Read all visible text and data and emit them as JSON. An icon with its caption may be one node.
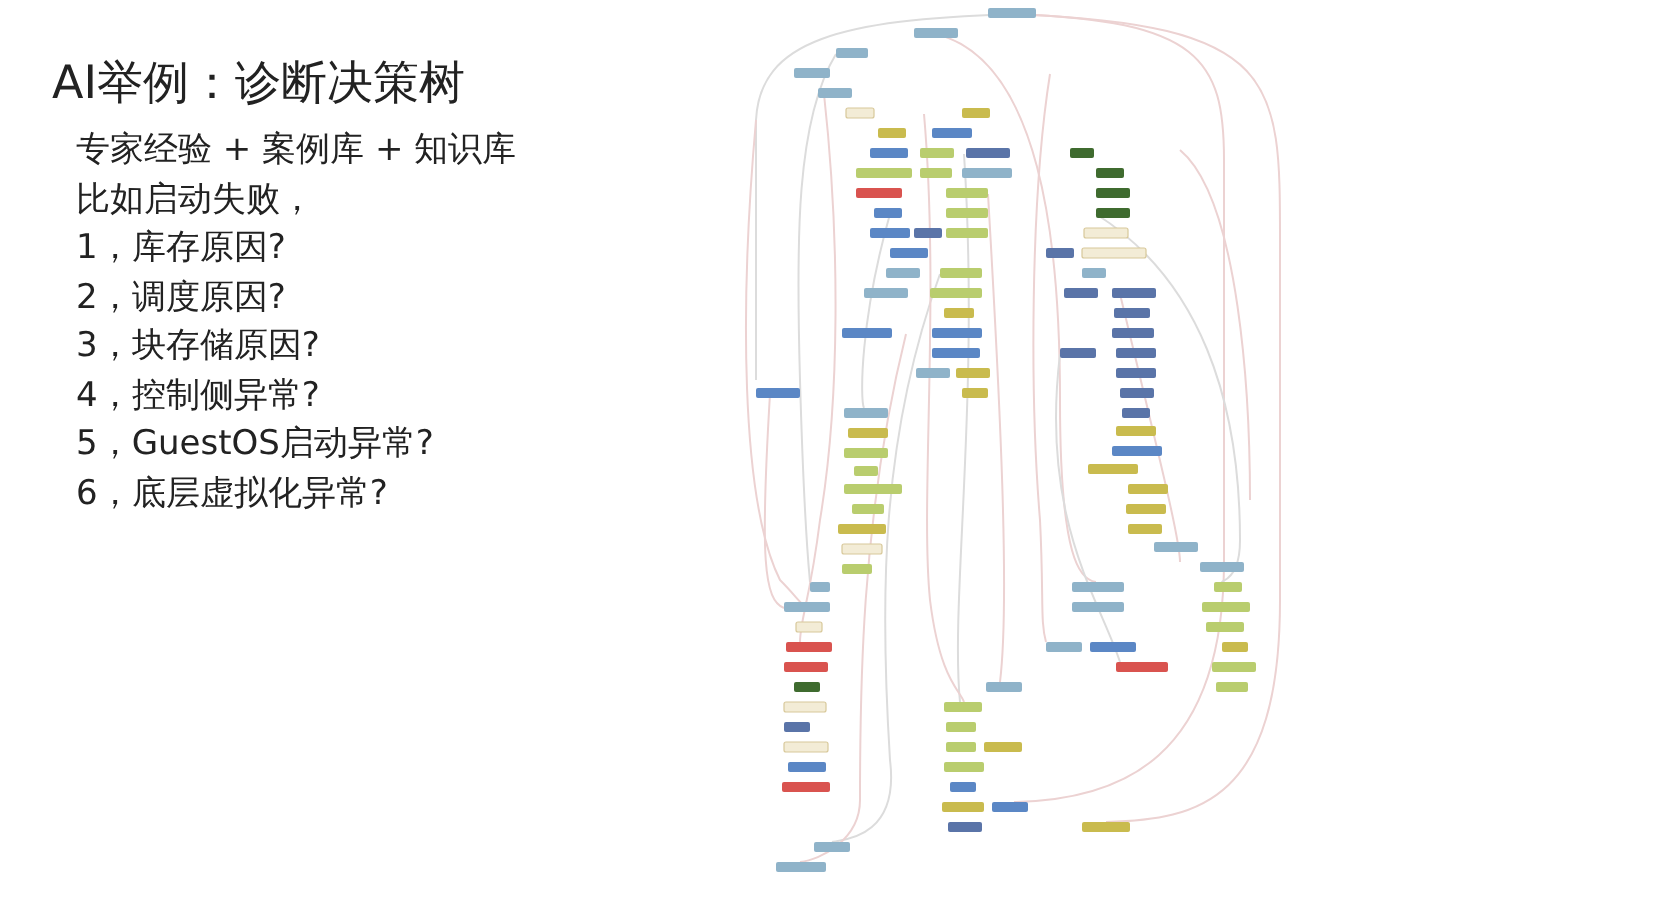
{
  "diagram": {
    "title": "AI举例：诊断决策树",
    "labels": [
      "专家经验 + 案例库 + 知识库",
      "比如启动失败，",
      "1，库存原因?",
      "2，调度原因?",
      "3，块存储原因?",
      "4，控制侧异常?",
      "5，GuestOS启动异常?",
      "6，底层虚拟化异常?"
    ]
  }
}
